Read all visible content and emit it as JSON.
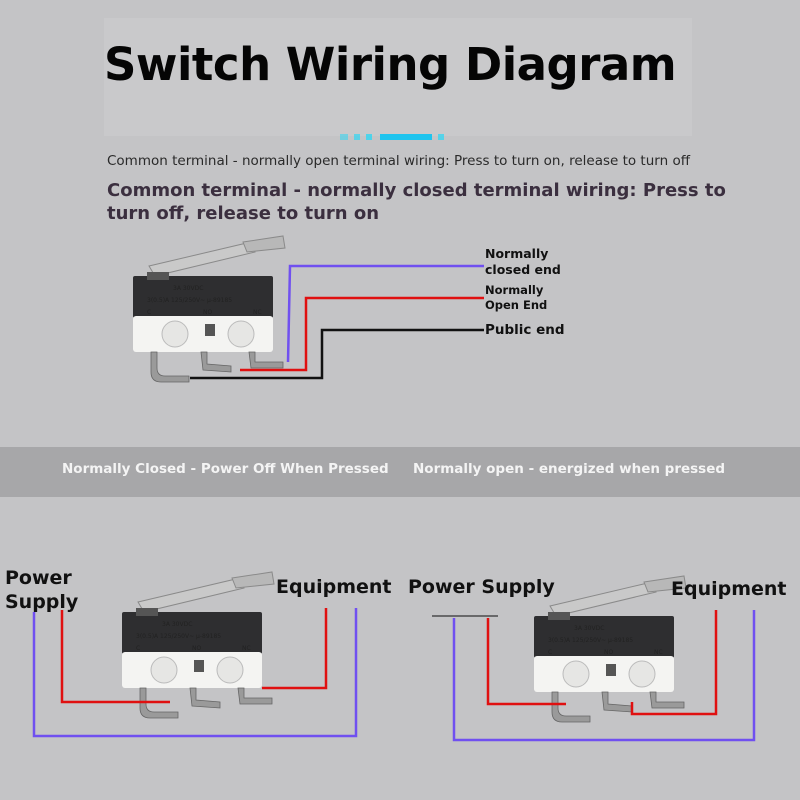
{
  "title": "Switch Wiring Diagram",
  "description": {
    "no_wiring": "Common terminal - normally open terminal wiring: Press to turn on, release to turn off",
    "nc_wiring": "Common terminal - normally closed terminal wiring: Press to turn off, release to turn on"
  },
  "top_labels": {
    "normally_closed": "Normally closed end",
    "normally_open": "Normally Open End",
    "public": "Public end"
  },
  "band": {
    "left": "Normally Closed - Power Off When Pressed",
    "right": "Normally open - energized when pressed"
  },
  "left_diagram": {
    "power": "Power Supply",
    "equipment": "Equipment"
  },
  "right_diagram": {
    "power": "Power Supply",
    "equipment": "Equipment"
  },
  "switch_marking": {
    "line1": "3A  30VDC",
    "line2": "3(0.5)A 125/250V~ μ-89185",
    "terminals": [
      "C",
      "NO",
      "NC"
    ]
  },
  "colors": {
    "blue_wire": "#7050f0",
    "red_wire": "#e01010",
    "black_wire": "#111111",
    "accent": "#3ad6f0"
  }
}
